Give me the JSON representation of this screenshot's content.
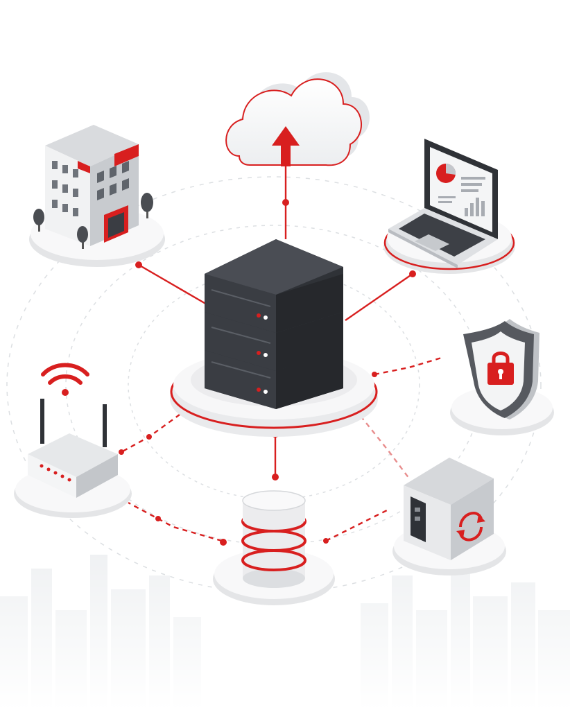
{
  "diagram": {
    "hub": {
      "name": "server-rack"
    },
    "nodes": [
      {
        "name": "office-building"
      },
      {
        "name": "cloud-upload"
      },
      {
        "name": "laptop-dashboard"
      },
      {
        "name": "security-shield-lock"
      },
      {
        "name": "backup-storage-device"
      },
      {
        "name": "database"
      },
      {
        "name": "wifi-router"
      }
    ],
    "edges": [
      {
        "from": "server-rack",
        "to": "cloud-upload",
        "style": "solid"
      },
      {
        "from": "server-rack",
        "to": "office-building",
        "style": "solid"
      },
      {
        "from": "server-rack",
        "to": "laptop-dashboard",
        "style": "solid"
      },
      {
        "from": "server-rack",
        "to": "database",
        "style": "solid"
      },
      {
        "from": "server-rack",
        "to": "wifi-router",
        "style": "dashed"
      },
      {
        "from": "server-rack",
        "to": "security-shield-lock",
        "style": "dashed"
      },
      {
        "from": "server-rack",
        "to": "backup-storage-device",
        "style": "dashed"
      },
      {
        "from": "database",
        "to": "wifi-router",
        "style": "dashed"
      },
      {
        "from": "database",
        "to": "backup-storage-device",
        "style": "dashed"
      }
    ],
    "colors": {
      "accent": "#d81f1f",
      "dark": "#2f3237",
      "panel": "#3a3d43",
      "light": "#e9eaec",
      "platform": "#f4f4f5",
      "line": "#d7d9dc"
    }
  }
}
